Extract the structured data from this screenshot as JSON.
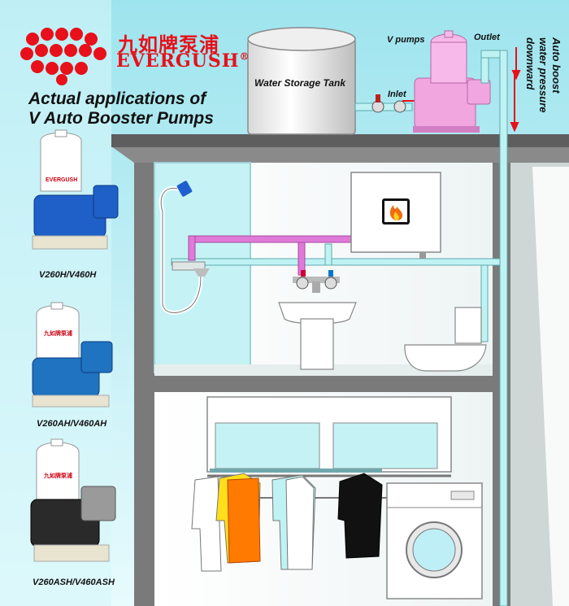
{
  "brand": {
    "name_cn": "九如牌泵浦",
    "name_en": "EVERGUSH",
    "registered": "®",
    "color": "#e8101a"
  },
  "headline": {
    "line1": "Actual applications of",
    "line2": "V Auto Booster Pumps"
  },
  "products": [
    {
      "model": "V260H/V460H",
      "tank_label": "EVERGUSH",
      "motor_color": "#1e5fc8"
    },
    {
      "model": "V260AH/V460AH",
      "tank_label": "九如牌泵浦",
      "motor_color": "#1f73c0"
    },
    {
      "model": "V260ASH/V460ASH",
      "tank_label": "九如牌泵浦",
      "motor_color": "#2a2a2a"
    }
  ],
  "labels": {
    "tank": "Water Storage Tank",
    "v_pumps": "V pumps",
    "outlet": "Outlet",
    "inlet": "Inlet",
    "boost_col1": "Auto boost",
    "boost_col2": "water pressure",
    "boost_col3": "downward"
  },
  "colors": {
    "sky": "#bfeff6",
    "hot_pipe": "#e07ad8",
    "cold_pipe": "#bff3f3",
    "slab": "#7b7b7b",
    "arrow": "#e8101a"
  },
  "icons": [
    "evergush-dots-logo-icon",
    "flame-icon",
    "shower-head-icon",
    "washing-machine-icon"
  ]
}
